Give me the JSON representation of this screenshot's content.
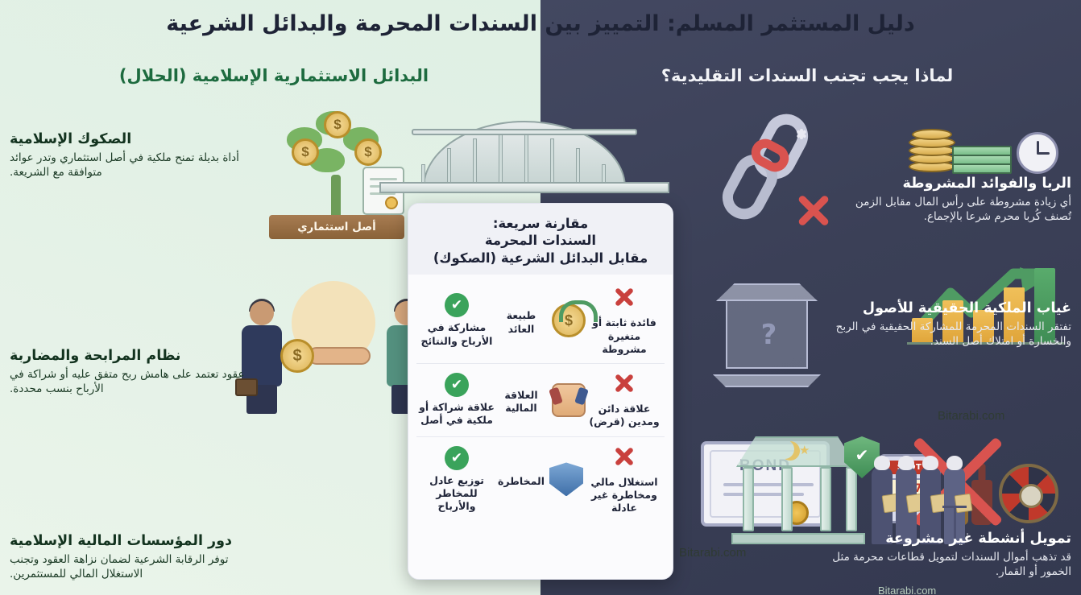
{
  "title": "دليل المستثمر المسلم: التمييز بين السندات المحرمة والبدائل الشرعية",
  "sections": {
    "left_header": "لماذا يجب تجنب السندات التقليدية؟",
    "right_header": "البدائل الاستثمارية الإسلامية (الحلال)"
  },
  "left_blocks": [
    {
      "title": "الربا والفوائد المشروطة",
      "body": "أي زيادة مشروطة على رأس المال مقابل الزمن تُصنف كُربا محرم شرعا بالإجماع."
    },
    {
      "title": "غياب الملكية الحقيقية للأصول",
      "body": "تفتقر السندات المحرمة للمشاركة الحقيقية في الربح والخسارة أو امتلاك أصل السند."
    },
    {
      "title": "تمويل أنشطة غير مشروعة",
      "body": "قد تذهب أموال السندات لتمويل قطاعات محرمة مثل الخمور أو القمار."
    }
  ],
  "right_blocks": [
    {
      "title": "الصكوك الإسلامية",
      "body": "أداة بديلة تمنح ملكية في أصل استثماري وتدر عوائد متوافقة مع الشريعة."
    },
    {
      "title": "نظام المرابحة والمضاربة",
      "body": "عقود تعتمد على هامش ربح متفق عليه أو شراكة في الأرباح بنسب محددة."
    },
    {
      "title": "دور المؤسسات المالية الإسلامية",
      "body": "توفر الرقابة الشرعية لضمان نزاهة العقود وتجنب الاستغلال المالي للمستثمرين."
    }
  ],
  "illustrations": {
    "bond_certificate_label": "BOND",
    "slot_machine_label": "SLOT",
    "slot_machine_reels": "777",
    "tree_base_label": "أصل استثماري",
    "coin_symbol": "$",
    "question_mark": "?",
    "shield_check": "✔"
  },
  "compare_card": {
    "heading_lines": [
      "مقارنة سريعة:",
      "السندات المحرمة",
      "مقابل البدائل الشرعية (الصكوك)"
    ],
    "rows": [
      {
        "haram": "فائدة ثابتة أو متغيرة مشروطة",
        "criterion": "طبيعة العائد",
        "halal": "مشاركة في الأرباح والنتائج",
        "icon": "coin-arrow-icon",
        "x_mark": "✕",
        "check_mark": "✔"
      },
      {
        "haram": "علاقة دائن ومدين (قرض)",
        "criterion": "العلاقة المالية",
        "halal": "علاقة شراكة أو ملكية في أصل",
        "icon": "handshake-icon",
        "x_mark": "✕",
        "check_mark": "✔"
      },
      {
        "haram": "استغلال مالي ومخاطرة غير عادلة",
        "criterion": "المخاطرة",
        "halal": "توزيع عادل للمخاطر والأرباح",
        "icon": "shield-icon",
        "x_mark": "✕",
        "check_mark": "✔"
      }
    ]
  },
  "watermarks": {
    "one": "Bitarabi.com",
    "two": "Bitarabi.com",
    "three": "Bitarabi.com"
  },
  "colors": {
    "dark_panel": "#3b4057",
    "light_panel": "#e3f1e6",
    "green_accent": "#1d6b3f",
    "red_accent": "#c9403d",
    "check_green": "#3aa35b",
    "gold": "#dcb355"
  }
}
